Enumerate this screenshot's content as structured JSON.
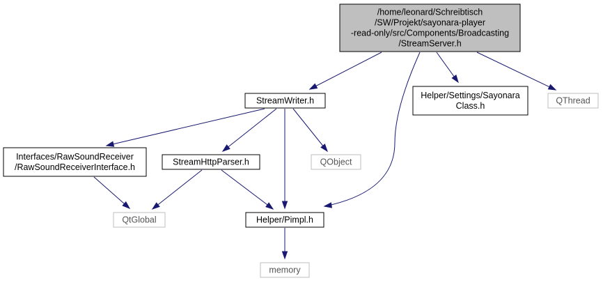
{
  "diagram": {
    "nodes": [
      {
        "id": "streamserver",
        "lines": [
          "/home/leonard/Schreibtisch",
          "/SW/Projekt/sayonara-player",
          "-read-only/src/Components/Broadcasting",
          "/StreamServer.h"
        ],
        "style": "root"
      },
      {
        "id": "streamwriter",
        "lines": [
          "StreamWriter.h"
        ],
        "style": "normal"
      },
      {
        "id": "sayonaraclass",
        "lines": [
          "Helper/Settings/Sayonara",
          "Class.h"
        ],
        "style": "normal"
      },
      {
        "id": "qthread",
        "lines": [
          "QThread"
        ],
        "style": "external"
      },
      {
        "id": "rawsound",
        "lines": [
          "Interfaces/RawSoundReceiver",
          "/RawSoundReceiverInterface.h"
        ],
        "style": "normal"
      },
      {
        "id": "httpparser",
        "lines": [
          "StreamHttpParser.h"
        ],
        "style": "normal"
      },
      {
        "id": "qobject",
        "lines": [
          "QObject"
        ],
        "style": "external"
      },
      {
        "id": "qtglobal",
        "lines": [
          "QtGlobal"
        ],
        "style": "external"
      },
      {
        "id": "pimpl",
        "lines": [
          "Helper/Pimpl.h"
        ],
        "style": "normal"
      },
      {
        "id": "memory",
        "lines": [
          "memory"
        ],
        "style": "external"
      }
    ],
    "edges": [
      {
        "from": "streamserver",
        "to": "streamwriter"
      },
      {
        "from": "streamserver",
        "to": "pimpl"
      },
      {
        "from": "streamserver",
        "to": "sayonaraclass"
      },
      {
        "from": "streamserver",
        "to": "qthread"
      },
      {
        "from": "streamwriter",
        "to": "rawsound"
      },
      {
        "from": "streamwriter",
        "to": "httpparser"
      },
      {
        "from": "streamwriter",
        "to": "pimpl"
      },
      {
        "from": "streamwriter",
        "to": "qobject"
      },
      {
        "from": "rawsound",
        "to": "qtglobal"
      },
      {
        "from": "httpparser",
        "to": "qtglobal"
      },
      {
        "from": "httpparser",
        "to": "pimpl"
      },
      {
        "from": "pimpl",
        "to": "memory"
      }
    ],
    "colors": {
      "edge": "#191970",
      "root_fill": "#bfbfbf",
      "node_border": "#000000",
      "external_border": "#bfbfbf",
      "external_text": "#555555",
      "node_fill": "#ffffff"
    }
  }
}
